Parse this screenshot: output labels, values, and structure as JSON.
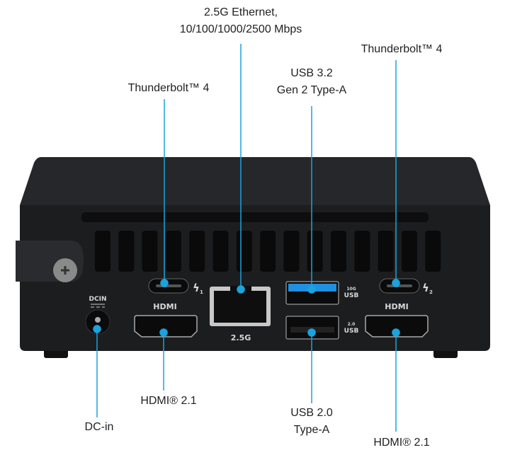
{
  "callouts": {
    "ethernet": {
      "line1": "2.5G Ethernet,",
      "line2": "10/100/1000/2500 Mbps"
    },
    "thunderbolt_left": {
      "line1": "Thunderbolt™ 4"
    },
    "usb32": {
      "line1": "USB 3.2",
      "line2": "Gen 2 Type-A"
    },
    "thunderbolt_right": {
      "line1": "Thunderbolt™ 4"
    },
    "hdmi_left": {
      "line1": "HDMI® 2.1"
    },
    "dc_in": {
      "line1": "DC-in"
    },
    "usb20": {
      "line1": "USB 2.0",
      "line2": "Type-A"
    },
    "hdmi_right": {
      "line1": "HDMI® 2.1"
    }
  },
  "device_markings": {
    "dcin": "DCIN",
    "hdmi_left": "HDMI",
    "hdmi_right": "HDMI",
    "ethernet_speed": "2.5G",
    "usb_top_speed": "10G",
    "usb_top": "USB",
    "usb_bottom_speed": "2.0",
    "usb_bottom": "USB",
    "tb_left_index": "1",
    "tb_right_index": "2"
  },
  "colors": {
    "accent": "#1aa3dc",
    "chassis": "#1c1d1f"
  }
}
